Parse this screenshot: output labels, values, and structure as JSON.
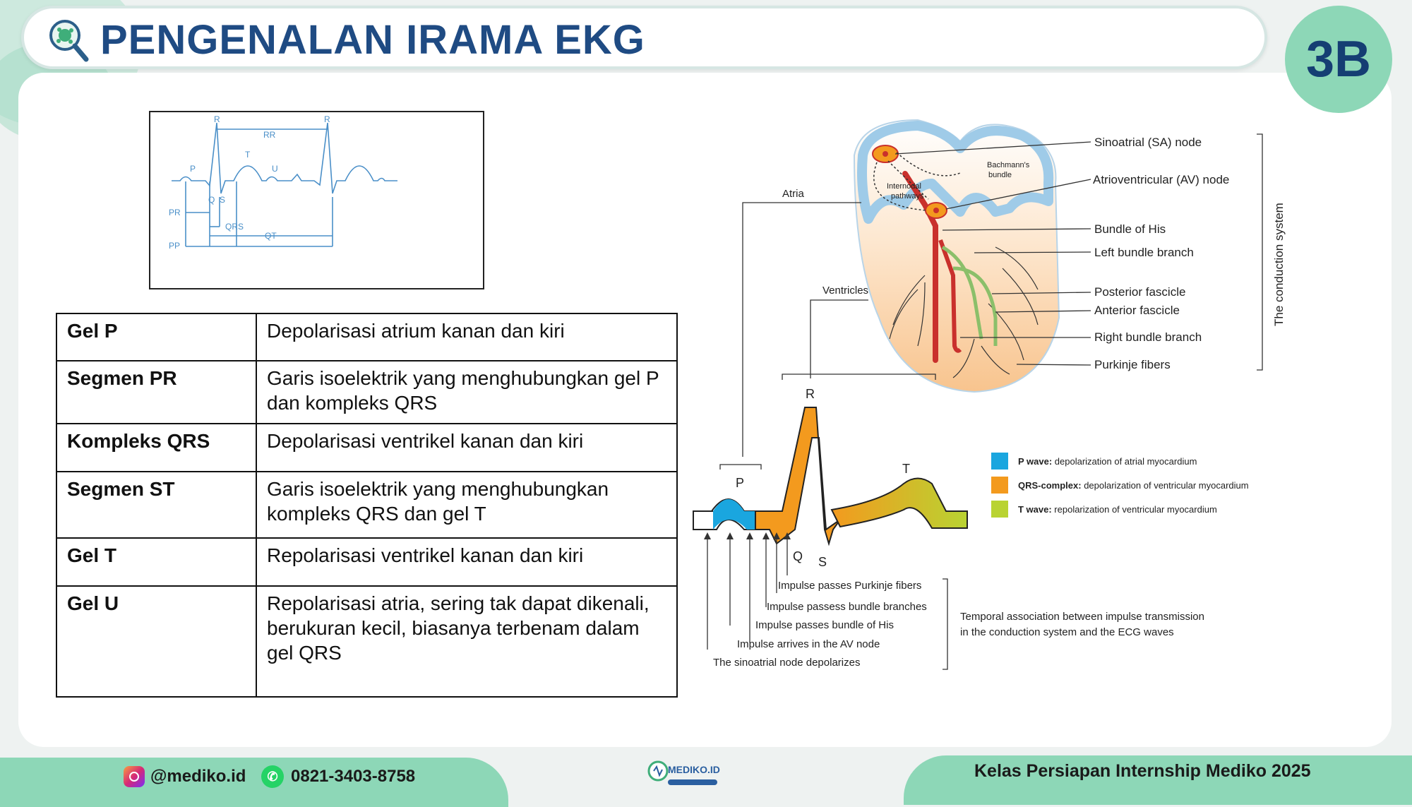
{
  "header": {
    "title": "PENGENALAN IRAMA EKG",
    "badge": "3B"
  },
  "ekg_strip": {
    "labels": {
      "r1": "R",
      "r2": "R",
      "rr": "RR",
      "p": "P",
      "t": "T",
      "u": "U",
      "q": "Q",
      "s": "S",
      "pr": "PR",
      "qrs": "QRS",
      "qt": "QT",
      "pp": "PP"
    }
  },
  "table": {
    "rows": [
      {
        "term": "Gel P",
        "desc": "Depolarisasi atrium kanan dan kiri"
      },
      {
        "term": "Segmen PR",
        "desc": "Garis isoelektrik yang menghubungkan gel P dan kompleks QRS"
      },
      {
        "term": "Kompleks QRS",
        "desc": "Depolarisasi ventrikel kanan dan kiri"
      },
      {
        "term": "Segmen ST",
        "desc": "Garis isoelektrik yang menghubungkan kompleks QRS dan gel T"
      },
      {
        "term": "Gel T",
        "desc": "Repolarisasi ventrikel kanan dan kiri"
      },
      {
        "term": "Gel U",
        "desc": "Repolarisasi atria, sering tak dapat dikenali, berukuran kecil, biasanya terbenam dalam gel QRS"
      }
    ]
  },
  "conduction": {
    "atria": "Atria",
    "ventricles": "Ventricles",
    "internodal": "Internodal",
    "pathways": "pathways",
    "bachmanns": "Bachmann's",
    "bundle": "bundle",
    "labels": {
      "sa": "Sinoatrial (SA) node",
      "av": "Atrioventricular (AV) node",
      "his": "Bundle of His",
      "lbb": "Left bundle branch",
      "post": "Posterior fascicle",
      "ant": "Anterior fascicle",
      "rbb": "Right bundle branch",
      "purk": "Purkinje fibers"
    },
    "system": "The conduction system",
    "wave_p": "P",
    "wave_r": "R",
    "wave_q": "Q",
    "wave_s": "S",
    "wave_t": "T",
    "legend": [
      {
        "bold": "P wave:",
        "text": " depolarization of atrial myocardium",
        "color": "#1aa6df"
      },
      {
        "bold": "QRS-complex:",
        "text": " depolarization of ventricular myocardium",
        "color": "#f39a1e"
      },
      {
        "bold": "T wave:",
        "text": " repolarization of ventricular myocardium",
        "color": "#b9d332"
      }
    ],
    "impulses": [
      "Impulse passes Purkinje fibers",
      "Impulse passess bundle branches",
      "Impulse passes bundle of His",
      "Impulse arrives in the AV node",
      "The sinoatrial node depolarizes"
    ],
    "temporal_1": "Temporal association between impulse transmission",
    "temporal_2": "in the conduction system and the ECG waves"
  },
  "footer": {
    "instagram": "@mediko.id",
    "phone": "0821-3403-8758",
    "logo": "MEDIKO.ID",
    "course": "Kelas Persiapan Internship Mediko 2025"
  }
}
